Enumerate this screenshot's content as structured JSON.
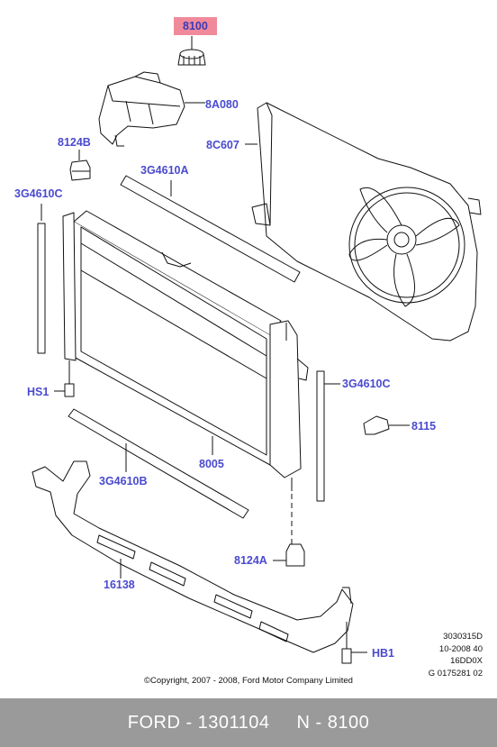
{
  "callouts": {
    "c8100": "8100",
    "c8A080": "8A080",
    "c8124B": "8124B",
    "c8C607": "8C607",
    "c3G4610A": "3G4610A",
    "c3G4610C_left": "3G4610C",
    "c3G4610C_right": "3G4610C",
    "cHS1": "HS1",
    "c8115": "8115",
    "c8005": "8005",
    "c3G4610B": "3G4610B",
    "c8124A": "8124A",
    "c16138": "16138",
    "cHB1": "HB1"
  },
  "codes": [
    "3030315D",
    "10-2008 40",
    "16DD0X",
    "G 0175281 02"
  ],
  "copyright": "©Copyright, 2007 - 2008, Ford Motor Company Limited",
  "footer": {
    "left": "FORD - 1301104",
    "right": "N - 8100"
  },
  "colors": {
    "callout_text": "#4a4ad0",
    "highlight": "#f08a9a",
    "footer_bg": "#9a9a9a"
  }
}
